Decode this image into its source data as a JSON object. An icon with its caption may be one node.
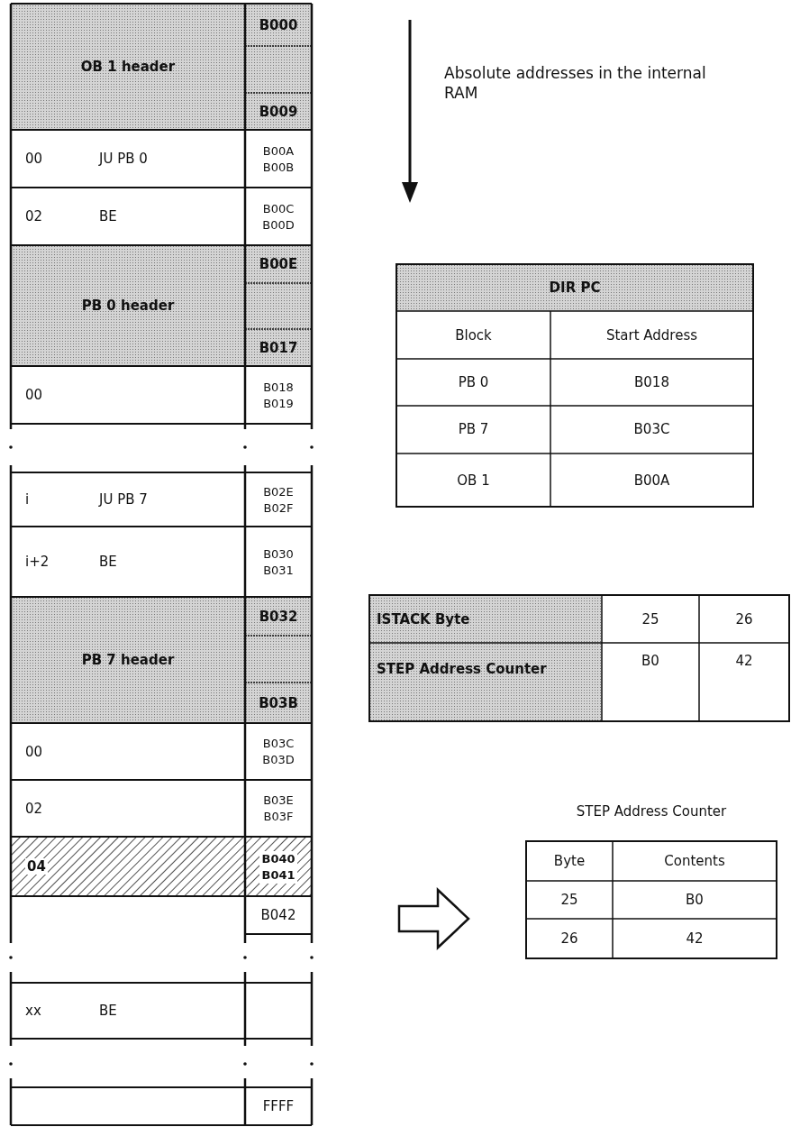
{
  "diagram": {
    "labels": [
      "OB 1 header",
      "B000",
      "B009",
      "00",
      "JU PB 0",
      "B00A",
      "B00B",
      "02",
      "BE",
      "B00C",
      "B00D",
      "PB 0 header",
      "B00E",
      "B017",
      "00",
      "B018",
      "B019",
      "i",
      "JU PB 7",
      "B02E",
      "B02F",
      "i+2",
      "BE",
      "B030",
      "B031",
      "PB 7 header",
      "B032",
      "B03B",
      "00",
      "B03C",
      "B03D",
      "02",
      "B03E",
      "B03F",
      "04",
      "B040",
      "B041",
      "B042",
      "xx",
      "BE",
      "FFFF",
      "Absolute addresses in the internal RAM",
      "DIR PC",
      "Block",
      "Start Address",
      "PB 0",
      "B018",
      "PB 7",
      "B03C",
      "OB 1",
      "B00A",
      "ISTACK Byte",
      "25",
      "26",
      "STEP Address Counter",
      "B0",
      "42",
      "STEP Address Counter",
      "Byte",
      "Contents",
      "25",
      "B0",
      "26",
      "42"
    ]
  }
}
